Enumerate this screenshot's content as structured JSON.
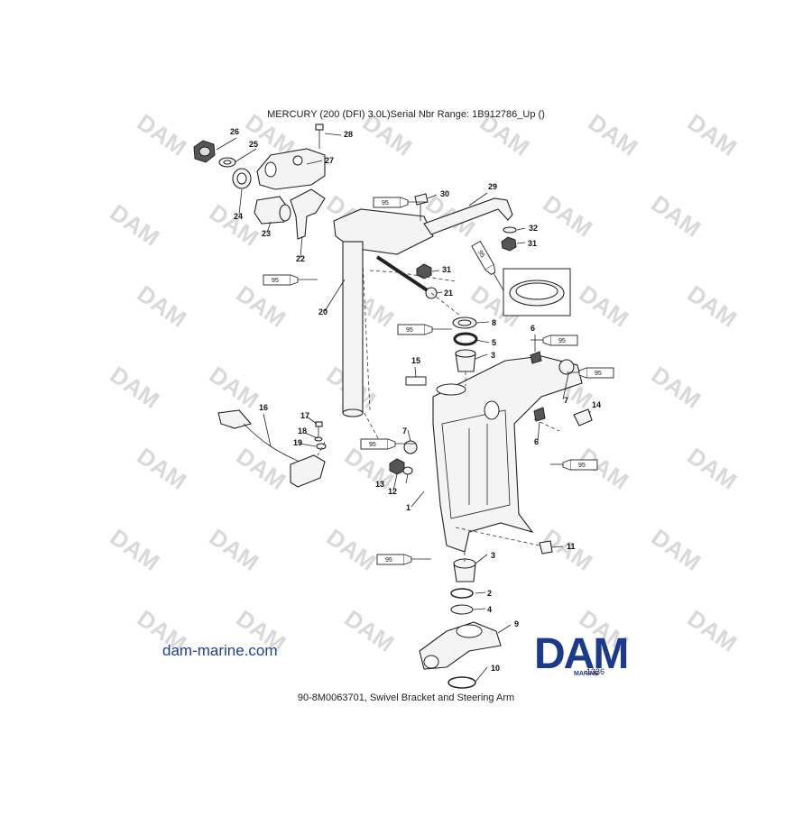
{
  "header": {
    "title": "MERCURY (200 (DFI) 3.0L)Serial Nbr Range: 1B912786_Up ()"
  },
  "footer": {
    "caption": "90-8M0063701, Swivel Bracket and Steering Arm"
  },
  "site": {
    "url": "dam-marine.com"
  },
  "logo": {
    "main": "DAM",
    "sub": "MARINE"
  },
  "drawing_number": "1336",
  "watermark": "DAM",
  "callouts": [
    "1",
    "2",
    "3",
    "3",
    "4",
    "5",
    "6",
    "6",
    "7",
    "7",
    "8",
    "9",
    "10",
    "11",
    "12",
    "13",
    "14",
    "15",
    "16",
    "17",
    "18",
    "19",
    "20",
    "21",
    "22",
    "23",
    "24",
    "25",
    "26",
    "27",
    "28",
    "29",
    "30",
    "31",
    "31",
    "32"
  ],
  "lube_label": "95",
  "colors": {
    "brand": "#1b3a8c",
    "link": "#1f3f8f",
    "watermark": "#d9d9d9",
    "lines": "#222222"
  }
}
